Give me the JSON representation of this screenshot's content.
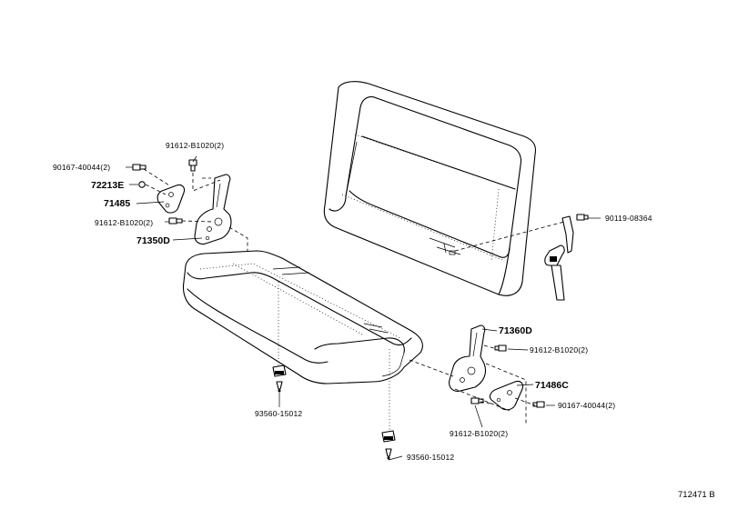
{
  "parts": {
    "p90167_40044_left": "90167-40044(2)",
    "p91612_b1020_top": "91612-B1020(2)",
    "p72213e": "72213E",
    "p71485": "71485",
    "p91612_b1020_left": "91612-B1020(2)",
    "p71350d": "71350D",
    "p90119_08364": "90119-08364",
    "p71360d": "71360D",
    "p91612_b1020_right": "91612-B1020(2)",
    "p71486c": "71486C",
    "p90167_40044_right": "90167-40044(2)",
    "p91612_b1020_bottom": "91612-B1020(2)",
    "p93560_15012_a": "93560-15012",
    "p93560_15012_b": "93560-15012"
  },
  "drawing_id": "712471 B"
}
